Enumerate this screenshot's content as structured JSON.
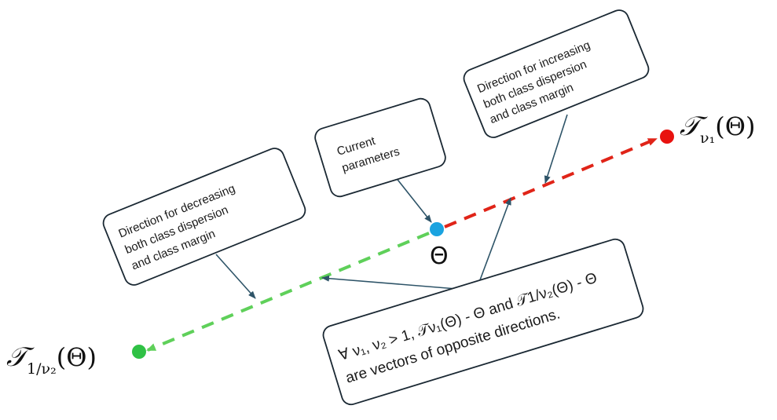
{
  "points": {
    "current": {
      "label": "Θ",
      "color": "#1aa3e0"
    },
    "target_increase": {
      "label_main": "𝒯",
      "label_sub": "ν₁",
      "label_tail": "(Θ)",
      "color": "#e8120f"
    },
    "target_decrease": {
      "label_main": "𝒯",
      "label_sub": "1/ν₂",
      "label_tail": "(Θ)",
      "color": "#2fc145"
    }
  },
  "arrows": {
    "increase_color": "#e02418",
    "decrease_color": "#5fd05a",
    "pointer_color": "#2e5468"
  },
  "callouts": {
    "current_parameters": {
      "lines": [
        "Current",
        "parameters"
      ]
    },
    "increasing": {
      "lines": [
        "Direction for increasing",
        "both class dispersion",
        "and class margin"
      ]
    },
    "decreasing": {
      "lines": [
        "Direction for decreasing",
        "both class dispersion",
        "and class margin"
      ]
    },
    "note": {
      "line1": "∀ ν₁, ν₂ > 1, 𝒯ν₁(Θ) - Θ and 𝒯1/ν₂(Θ) - Θ",
      "line2": "are vectors of opposite directions."
    }
  }
}
